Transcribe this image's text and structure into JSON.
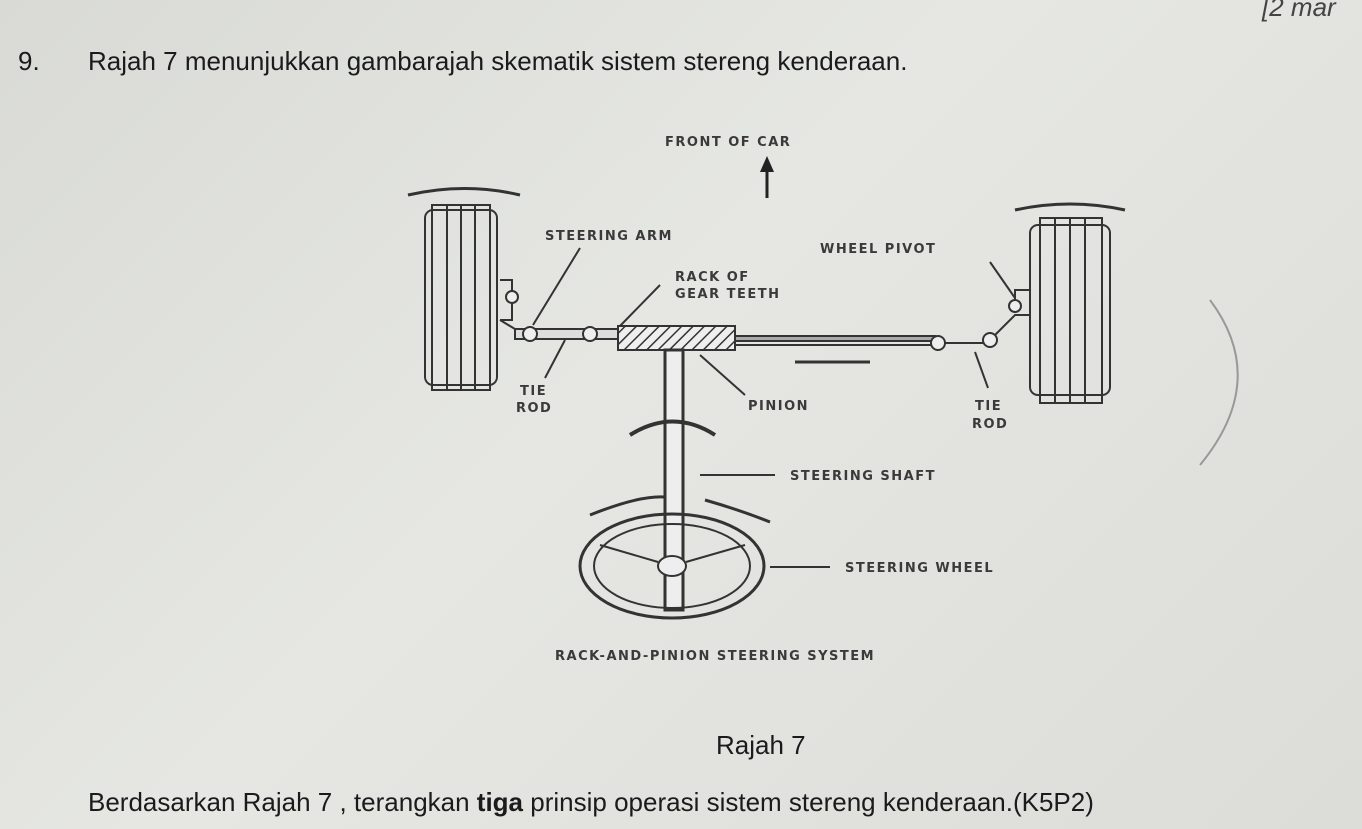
{
  "marks": "[2 mar",
  "question": {
    "number": "9.",
    "text": "Rajah 7 menunjukkan gambarajah skematik sistem stereng kenderaan."
  },
  "diagram": {
    "labels": {
      "front": "FRONT OF CAR",
      "steering_arm": "STEERING ARM",
      "wheel_pivot": "WHEEL PIVOT",
      "rack_1": "RACK OF",
      "rack_2": "GEAR TEETH",
      "tie_left_1": "TIE",
      "tie_left_2": "ROD",
      "pinion": "PINION",
      "tie_right_1": "TIE",
      "tie_right_2": "ROD",
      "shaft": "STEERING SHAFT",
      "wheel": "STEERING WHEEL",
      "system": "RACK-AND-PINION STEERING SYSTEM"
    }
  },
  "caption": "Rajah 7",
  "instruction": {
    "before": "Berdasarkan Rajah 7 , terangkan ",
    "bold": "tiga",
    "after": " prinsip operasi sistem stereng kenderaan.(K5P2)"
  }
}
